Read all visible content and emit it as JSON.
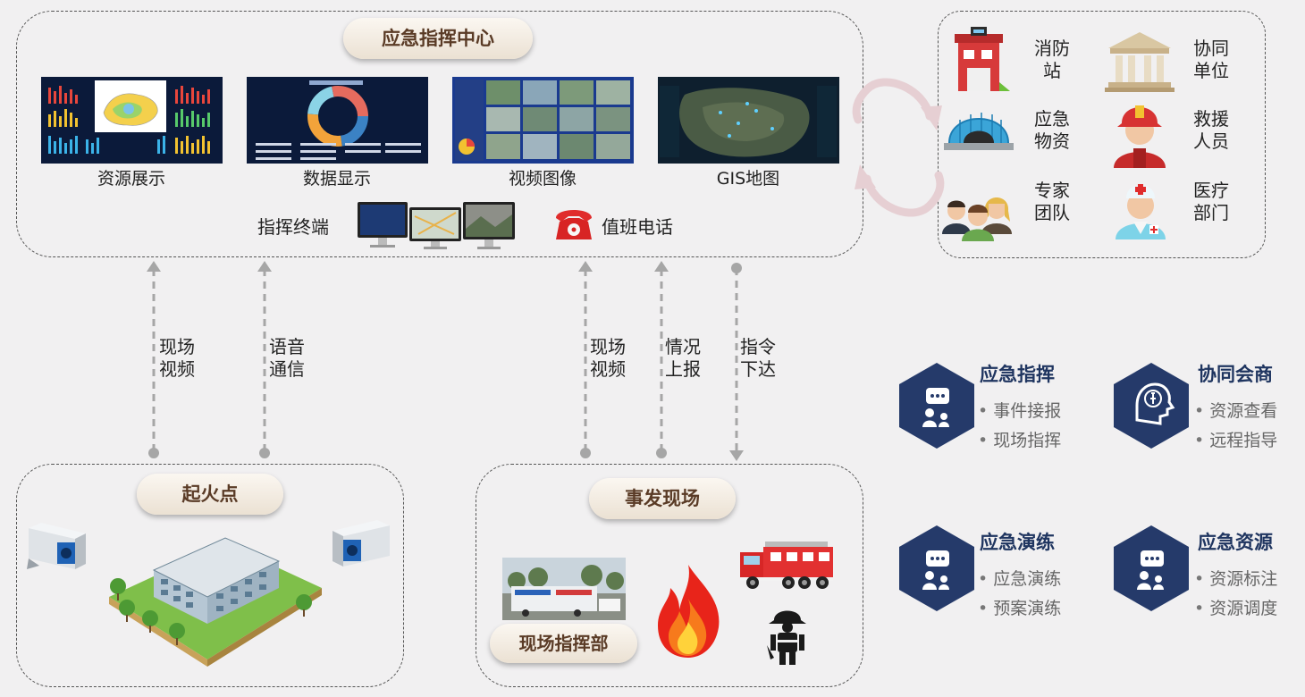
{
  "command_center": {
    "title": "应急指挥中心",
    "panels": [
      {
        "caption": "资源展示"
      },
      {
        "caption": "数据显示"
      },
      {
        "caption": "视频图像"
      },
      {
        "caption": "GIS地图"
      }
    ],
    "terminal_label": "指挥终端",
    "phone_label": "值班电话"
  },
  "units": {
    "fire_station": [
      "消防",
      "站"
    ],
    "cooperating_unit": [
      "协同",
      "单位"
    ],
    "emergency_supplies": [
      "应急",
      "物资"
    ],
    "rescue_personnel": [
      "救援",
      "人员"
    ],
    "expert_team": [
      "专家",
      "团队"
    ],
    "medical": [
      "医疗",
      "部门"
    ]
  },
  "flows": {
    "fire_video": [
      "现场",
      "视频"
    ],
    "voice": [
      "语音",
      "通信"
    ],
    "scene_video": [
      "现场",
      "视频"
    ],
    "report": [
      "情况",
      "上报"
    ],
    "order": [
      "指令",
      "下达"
    ]
  },
  "fire_point": {
    "title": "起火点"
  },
  "incident": {
    "title": "事发现场",
    "field_hq_label": "现场指挥部"
  },
  "functions": [
    {
      "title": "应急指挥",
      "items": [
        "事件接报",
        "现场指挥"
      ]
    },
    {
      "title": "协同会商",
      "items": [
        "资源查看",
        "远程指导"
      ]
    },
    {
      "title": "应急演练",
      "items": [
        "应急演练",
        "预案演练"
      ]
    },
    {
      "title": "应急资源",
      "items": [
        "资源标注",
        "资源调度"
      ]
    }
  ],
  "colors": {
    "navy": "#1f3560",
    "pill_text": "#5a3b26",
    "arrow": "#a6a6a6",
    "screen": "#0b1a3a"
  }
}
